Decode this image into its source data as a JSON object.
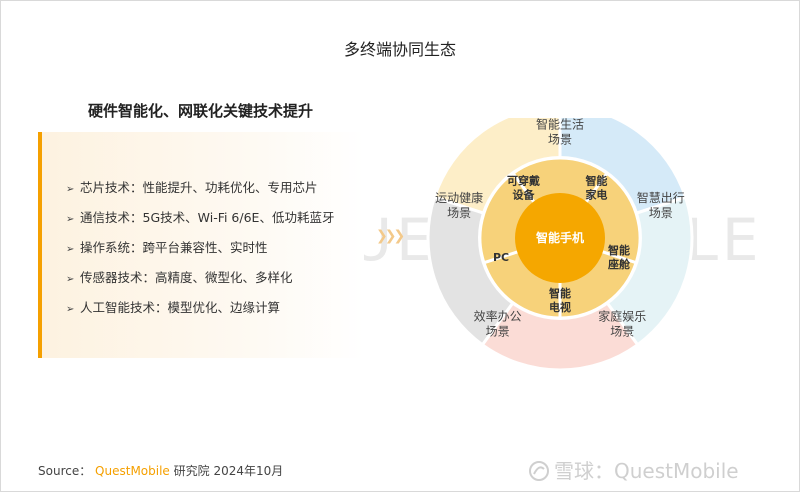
{
  "title": "多终端协同生态",
  "watermark": "QUESTMOBILE",
  "subtitle": "硬件智能化、网联化关键技术提升",
  "techs": [
    "芯片技术：性能提升、功耗优化、专用芯片",
    "通信技术：5G技术、Wi-Fi 6/6E、低功耗蓝牙",
    "操作系统：跨平台兼容性、实时性",
    "传感器技术：高精度、微型化、多样化",
    "人工智能技术：模型优化、边缘计算"
  ],
  "center_label": "智能手机",
  "devices": [
    {
      "lines": [
        "智能",
        "家电"
      ]
    },
    {
      "lines": [
        "智能",
        "座舱"
      ]
    },
    {
      "lines": [
        "智能",
        "电视"
      ]
    },
    {
      "lines": [
        "PC"
      ]
    },
    {
      "lines": [
        "可穿戴",
        "设备"
      ]
    }
  ],
  "scenes": [
    {
      "lines": [
        "智能生活",
        "场景"
      ],
      "color": "#fdeec8"
    },
    {
      "lines": [
        "智慧出行",
        "场景"
      ],
      "color": "#d5eaf8"
    },
    {
      "lines": [
        "家庭娱乐",
        "场景"
      ],
      "color": "#e5f3f6"
    },
    {
      "lines": [
        "效率办公",
        "场景"
      ],
      "color": "#fbdcd6"
    },
    {
      "lines": [
        "运动健康",
        "场景"
      ],
      "color": "#e3e3e3"
    }
  ],
  "colors": {
    "accent": "#f5a000",
    "center": "#f5a700",
    "device_ring": "#f7d27a",
    "panel_bg": "#fdf2e0"
  },
  "source_prefix": "Source：",
  "source_brand": "QuestMobile",
  "source_suffix": "研究院 2024年10月",
  "brand_text": "雪球：QuestMobile"
}
